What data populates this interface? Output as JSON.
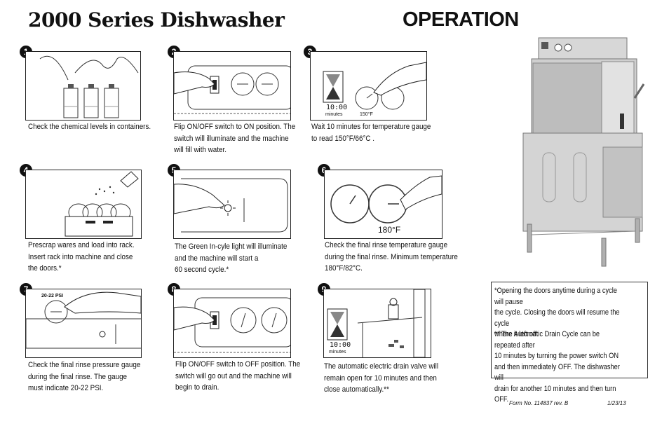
{
  "header": {
    "title_left": "2000 Series Dishwasher",
    "title_right": "OPERATION"
  },
  "steps": [
    {
      "num": "1",
      "caption": "Check the chemical levels in containers."
    },
    {
      "num": "2",
      "caption": "Flip ON/OFF switch to ON position. The\nswitch will illuminate and the machine\nwill fill with water."
    },
    {
      "num": "3",
      "caption": "Wait 10 minutes for temperature gauge\nto read 150°F/66°C .",
      "timer_label": "10:00",
      "timer_unit": "minutes",
      "gauge_label": "150°F"
    },
    {
      "num": "4",
      "caption": "Prescrap wares and load into rack.\nInsert rack into machine and close\nthe doors.*"
    },
    {
      "num": "5",
      "caption": "The Green In-cyle light will illuminate\nand the machine will start a\n60 second cycle.*"
    },
    {
      "num": "6",
      "caption": "Check the final rinse temperature gauge\nduring the final rinse. Minimum temperature\n180°F/82°C.",
      "gauge_label": "180°F"
    },
    {
      "num": "7",
      "caption": "Check the final rinse pressure gauge\nduring the final rinse. The gauge\nmust indicate 20-22 PSI.",
      "gauge_label": "20-22 PSI"
    },
    {
      "num": "8",
      "caption": "Flip ON/OFF switch to OFF position. The\nswitch will go out and the machine will\nbegin to drain."
    },
    {
      "num": "9",
      "caption": "The automatic electric drain valve will\nremain open for 10 minutes and then\nclose automatically.**",
      "timer_label": "10:00",
      "timer_unit": "minutes"
    }
  ],
  "notes": {
    "note1": "*Opening the doors anytime during a cycle will pause\n   the cycle.  Closing the doors will resume the cycle\n   where it left off.",
    "note2": "** The Automatic Drain Cycle can be repeated after\n    10 minutes by turning the power switch ON\n    and then immediately OFF.  The dishwasher will\n    drain for another 10 minutes and then turn OFF."
  },
  "footer": {
    "form_no": "Form No. 114837 rev. B",
    "date": "1/23/13"
  }
}
